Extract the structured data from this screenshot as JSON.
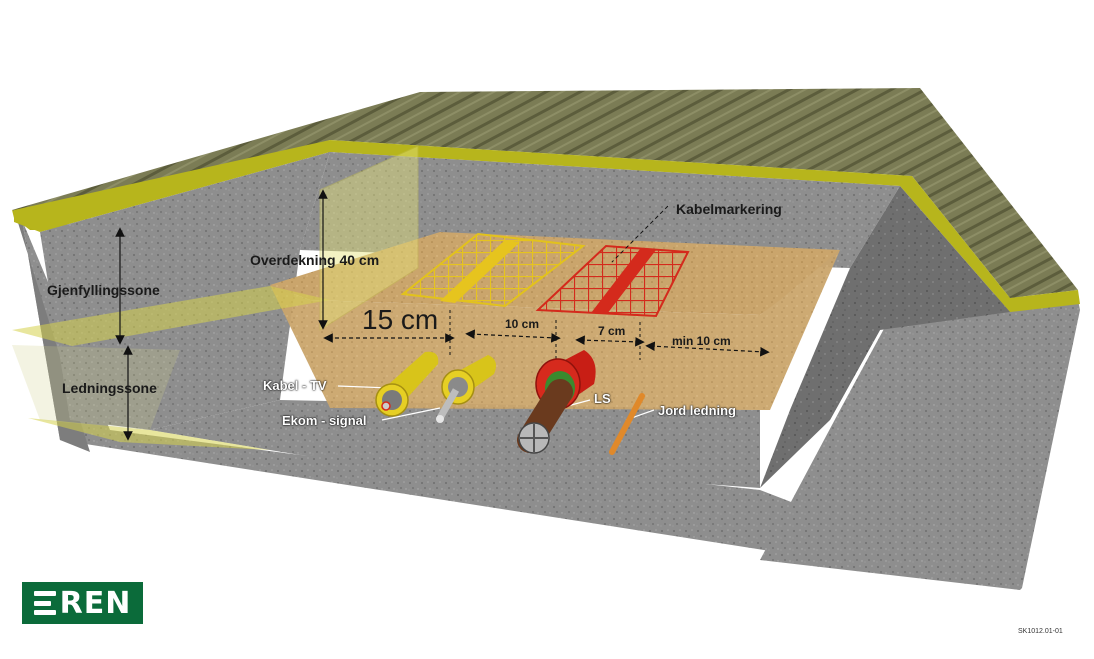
{
  "diagram": {
    "zones": {
      "backfill": "Gjenfyllingssone",
      "cable": "Ledningssone"
    },
    "labels": {
      "cover": "Overdekning 40 cm",
      "cable_marking": "Kabelmarkering",
      "gap_15": "15 cm",
      "gap_10": "10 cm",
      "gap_7": "7 cm",
      "gap_min10": "min 10 cm",
      "cable_tv": "Kabel - TV",
      "ekom": "Ekom - signal",
      "ls": "LS",
      "ground": "Jord ledning"
    },
    "drawing_code": "SK1012.01-01"
  },
  "logo": {
    "text": "REN"
  },
  "colors": {
    "grass": "#7a7b52",
    "topsoil_band": "#b7b51c",
    "gravel": "#8c8c8c",
    "sand": "#c9a46a",
    "yellow_marker": "#e2c21c",
    "red_marker": "#d42a1c",
    "ground_wire": "#e0892a",
    "logo_green": "#0b6b3a"
  }
}
